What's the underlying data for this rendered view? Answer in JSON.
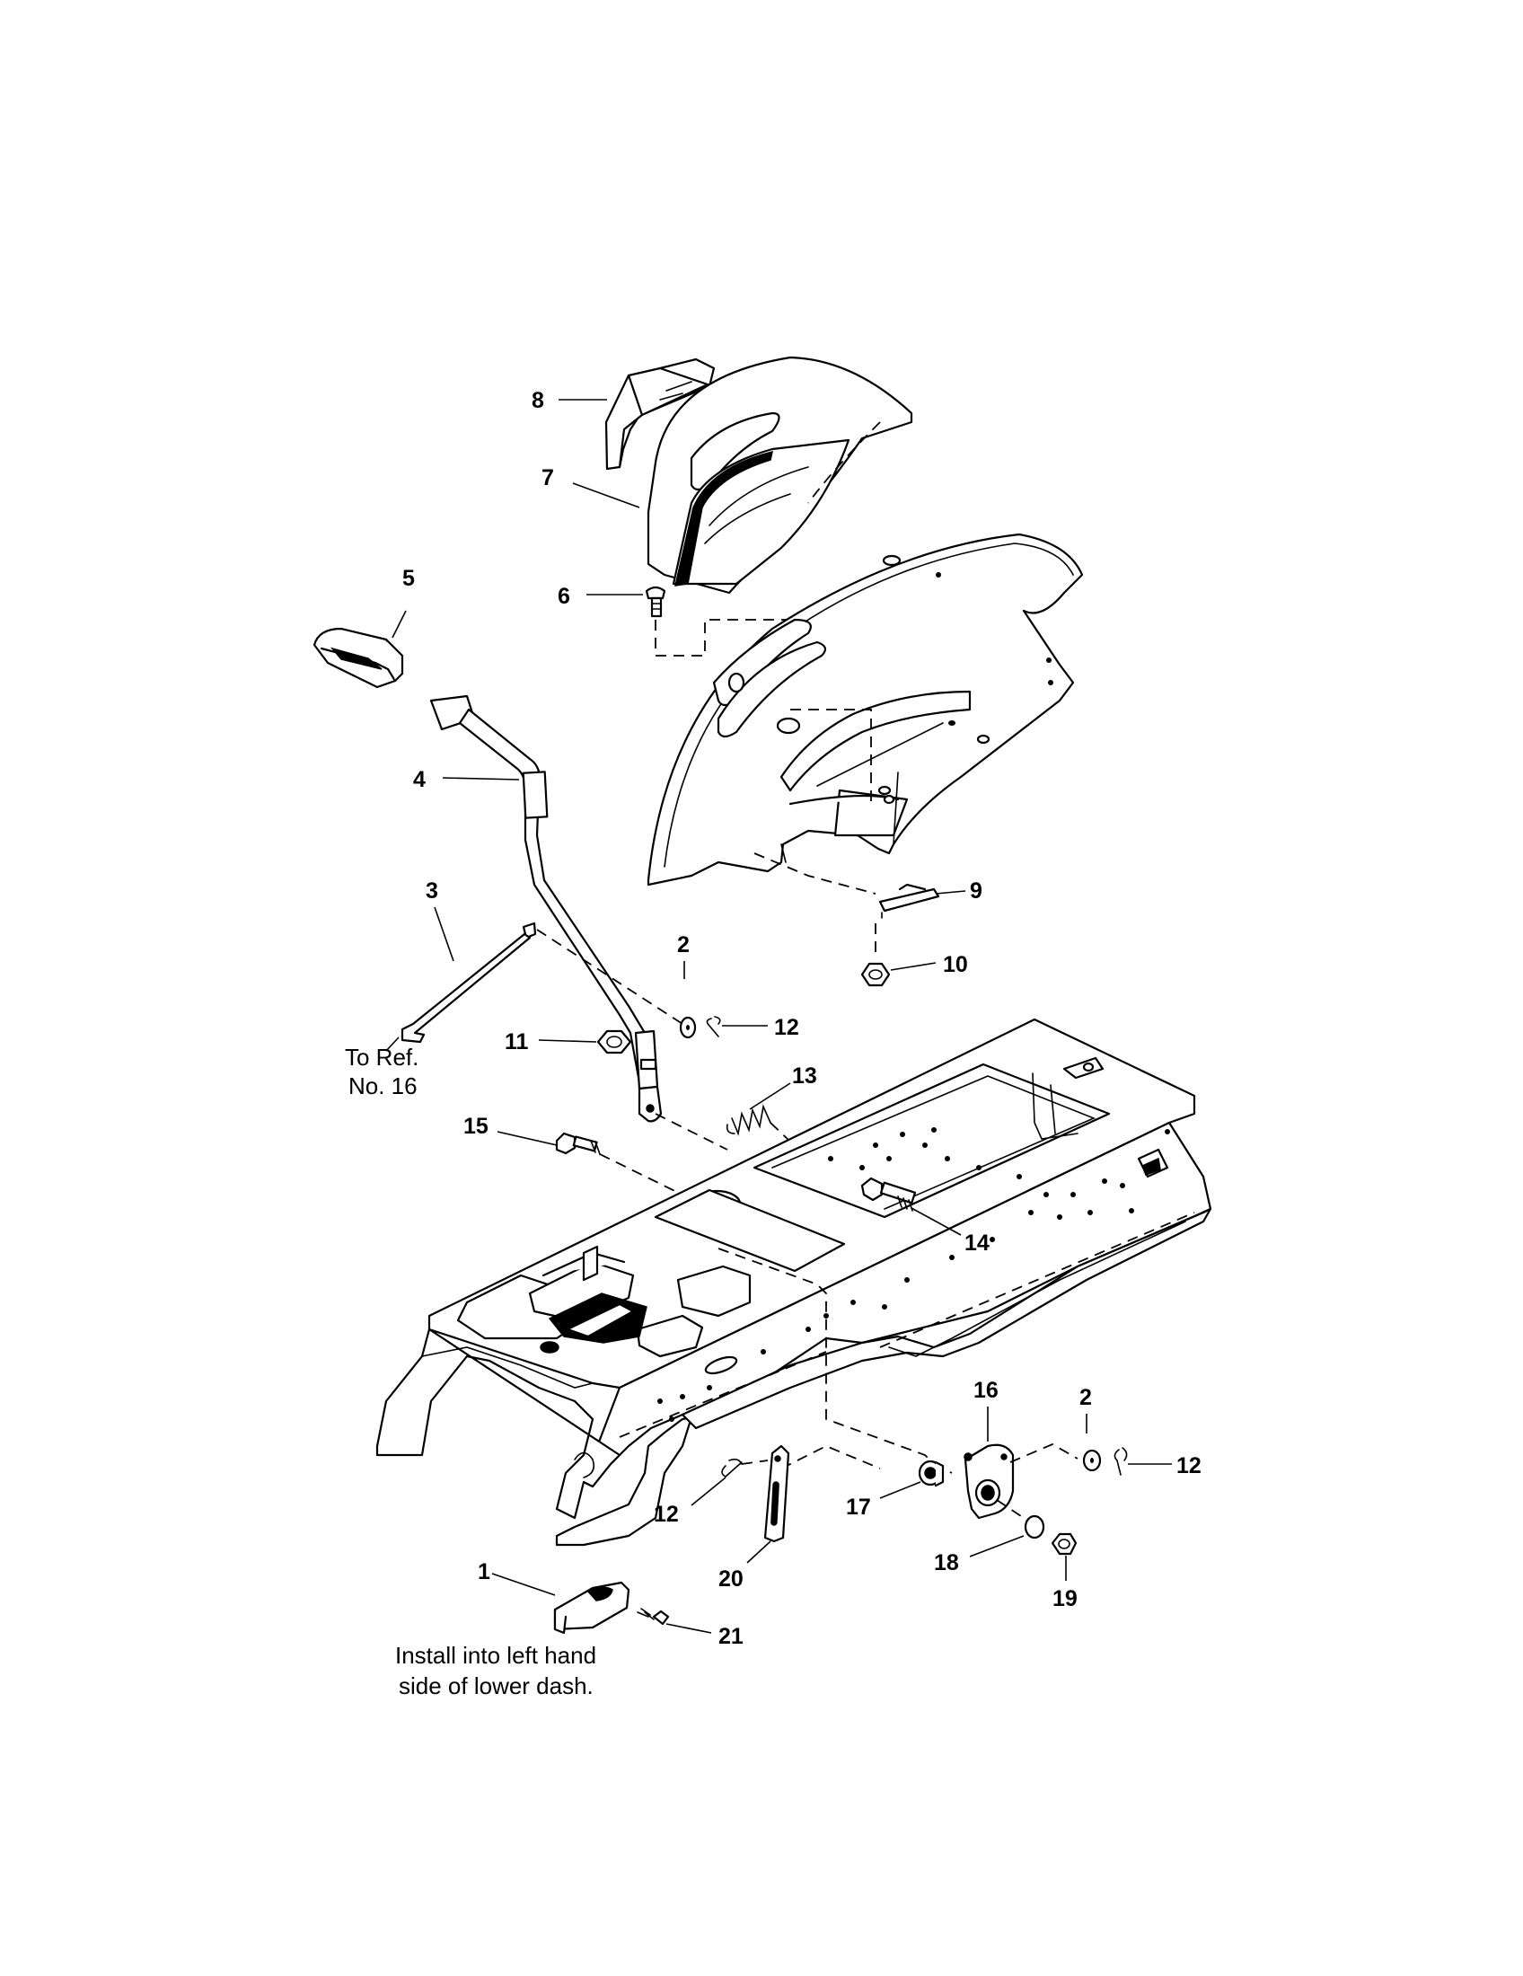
{
  "callouts": {
    "c1": "1",
    "c2a": "2",
    "c2b": "2",
    "c3": "3",
    "c4": "4",
    "c5": "5",
    "c6": "6",
    "c7": "7",
    "c8": "8",
    "c9": "9",
    "c10": "10",
    "c11": "11",
    "c12a": "12",
    "c12b": "12",
    "c12c": "12",
    "c13": "13",
    "c14": "14",
    "c15": "15",
    "c16": "16",
    "c17": "17",
    "c18": "18",
    "c19": "19",
    "c20": "20",
    "c21": "21"
  },
  "notes": {
    "ref_line1": "To Ref.",
    "ref_line2": "No. 16",
    "install_line1": "Install into left hand",
    "install_line2": "side of lower dash."
  }
}
